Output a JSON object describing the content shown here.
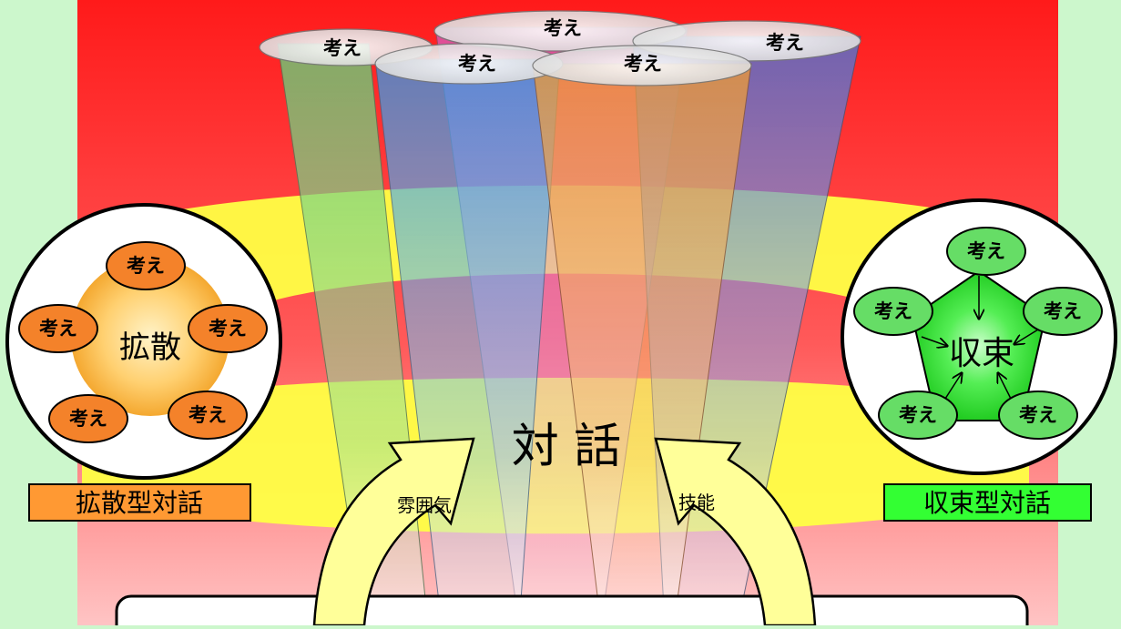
{
  "diagram": {
    "idea_label": "考え",
    "center_label": "対 話",
    "left": {
      "center_word": "拡散",
      "caption": "拡散型対話",
      "caption_color": "#ff9933",
      "node_color": "#f4822a"
    },
    "right": {
      "center_word": "収束",
      "caption": "収束型対話",
      "caption_color": "#33ff33",
      "node_color": "#66dd66"
    },
    "arrows": {
      "left_label": "雰囲気",
      "right_label": "技能"
    },
    "colors": {
      "background": "#ccf7cc",
      "panel_top": "#ff2222",
      "panel_bottom": "#ffbbbb",
      "band": "#ffff44",
      "arrow_fill": "#ffff99"
    }
  }
}
